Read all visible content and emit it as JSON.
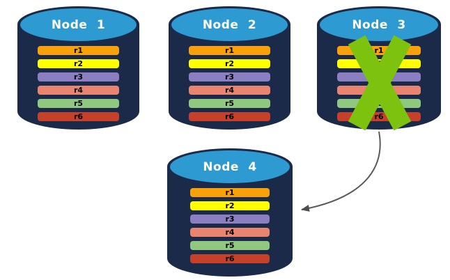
{
  "diagram": {
    "nodes": [
      {
        "label": "Node 1",
        "status": "active",
        "records": [
          "r1",
          "r2",
          "r3",
          "r4",
          "r5",
          "r6"
        ]
      },
      {
        "label": "Node 2",
        "status": "active",
        "records": [
          "r1",
          "r2",
          "r3",
          "r4",
          "r5",
          "r6"
        ]
      },
      {
        "label": "Node 3",
        "status": "failed",
        "records": [
          "r1",
          "r2",
          "r3",
          "r4",
          "r5",
          "r6"
        ]
      },
      {
        "label": "Node 4",
        "status": "active",
        "records": [
          "r1",
          "r2",
          "r3",
          "r4",
          "r5",
          "r6"
        ]
      }
    ],
    "record_colors": {
      "r1": "#F9A10B",
      "r2": "#FFFF00",
      "r3": "#8B7FC2",
      "r4": "#E8846F",
      "r5": "#8FC87E",
      "r6": "#C6402A"
    },
    "colors": {
      "cylinder_body": "#1B2A49",
      "cylinder_top": "#2E9AD2",
      "node_title_text": "#FFFFFF",
      "record_text": "#000000",
      "failure_x": "#7CC20E",
      "arrow": "#595959",
      "arrow_head": "#4D4D4D"
    },
    "arrow": {
      "from": "Node 3",
      "to": "Node 4"
    }
  }
}
